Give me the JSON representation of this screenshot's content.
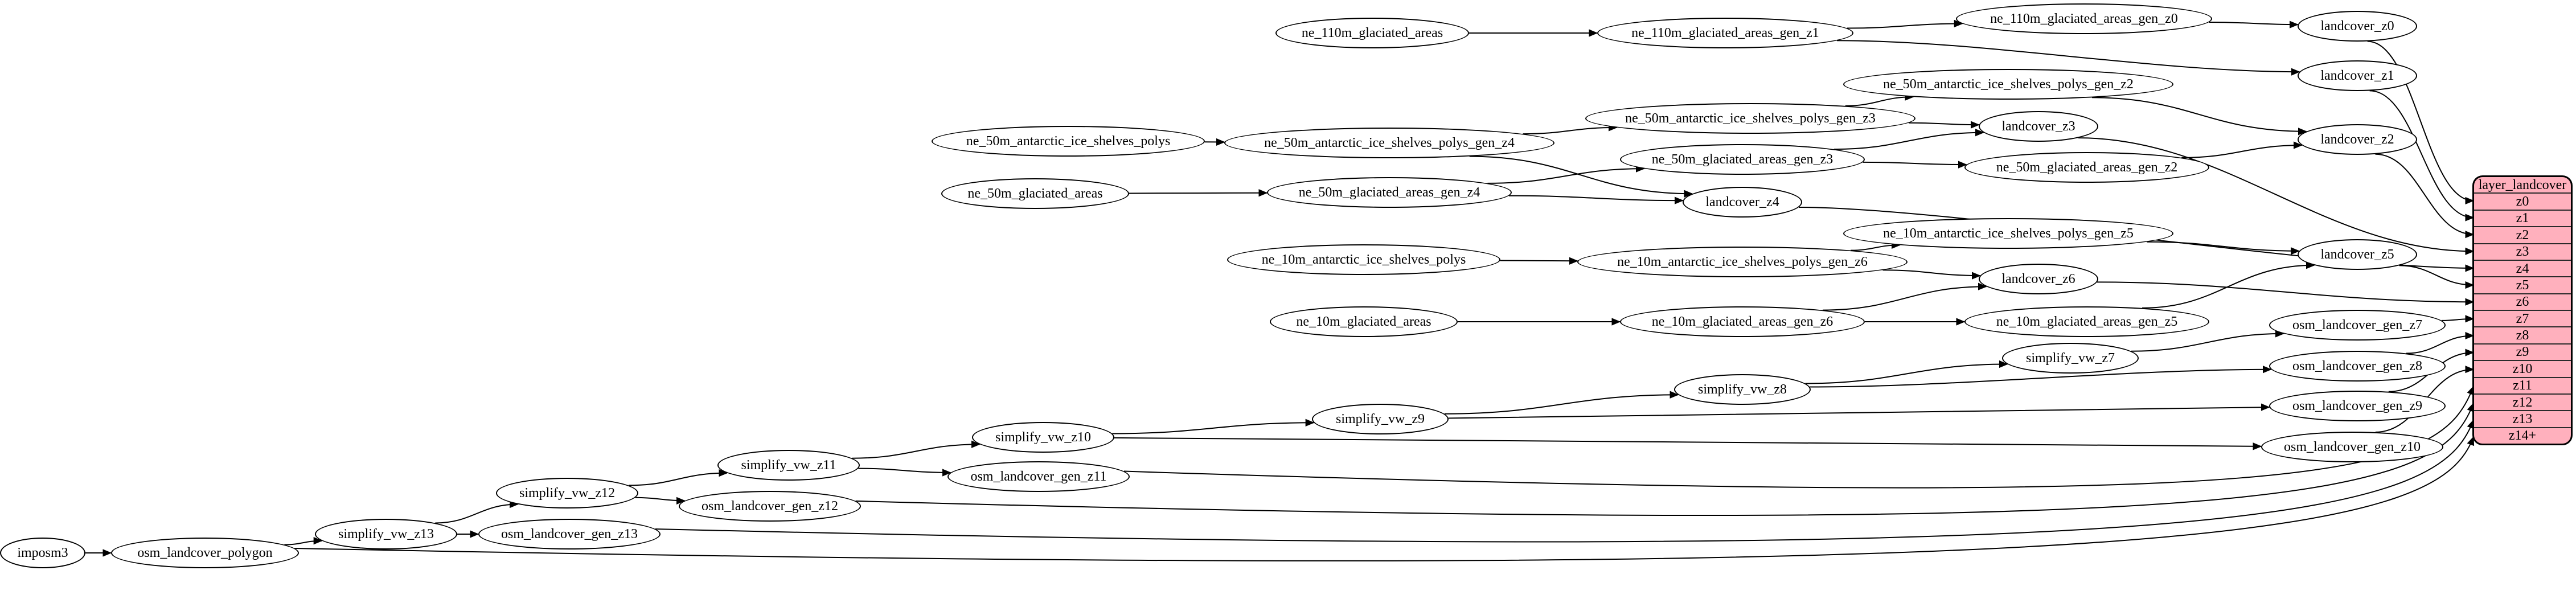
{
  "nodes": {
    "imposm3": "imposm3",
    "osm_landcover_polygon": "osm_landcover_polygon",
    "simplify_vw_z13": "simplify_vw_z13",
    "osm_landcover_gen_z13": "osm_landcover_gen_z13",
    "simplify_vw_z12": "simplify_vw_z12",
    "osm_landcover_gen_z12": "osm_landcover_gen_z12",
    "simplify_vw_z11": "simplify_vw_z11",
    "osm_landcover_gen_z11": "osm_landcover_gen_z11",
    "simplify_vw_z10": "simplify_vw_z10",
    "osm_landcover_gen_z10": "osm_landcover_gen_z10",
    "simplify_vw_z9": "simplify_vw_z9",
    "osm_landcover_gen_z9": "osm_landcover_gen_z9",
    "simplify_vw_z8": "simplify_vw_z8",
    "osm_landcover_gen_z8": "osm_landcover_gen_z8",
    "simplify_vw_z7": "simplify_vw_z7",
    "osm_landcover_gen_z7": "osm_landcover_gen_z7",
    "ne_10m_glaciated_areas": "ne_10m_glaciated_areas",
    "ne_10m_glaciated_areas_gen_z6": "ne_10m_glaciated_areas_gen_z6",
    "ne_10m_glaciated_areas_gen_z5": "ne_10m_glaciated_areas_gen_z5",
    "ne_10m_antarctic_ice_shelves_polys": "ne_10m_antarctic_ice_shelves_polys",
    "ne_10m_antarctic_ice_shelves_polys_gen_z6": "ne_10m_antarctic_ice_shelves_polys_gen_z6",
    "ne_10m_antarctic_ice_shelves_polys_gen_z5": "ne_10m_antarctic_ice_shelves_polys_gen_z5",
    "landcover_z5": "landcover_z5",
    "landcover_z6": "landcover_z6",
    "ne_50m_glaciated_areas": "ne_50m_glaciated_areas",
    "ne_50m_glaciated_areas_gen_z4": "ne_50m_glaciated_areas_gen_z4",
    "ne_50m_glaciated_areas_gen_z3": "ne_50m_glaciated_areas_gen_z3",
    "ne_50m_glaciated_areas_gen_z2": "ne_50m_glaciated_areas_gen_z2",
    "ne_50m_antarctic_ice_shelves_polys": "ne_50m_antarctic_ice_shelves_polys",
    "ne_50m_antarctic_ice_shelves_polys_gen_z4": "ne_50m_antarctic_ice_shelves_polys_gen_z4",
    "ne_50m_antarctic_ice_shelves_polys_gen_z3": "ne_50m_antarctic_ice_shelves_polys_gen_z3",
    "ne_50m_antarctic_ice_shelves_polys_gen_z2": "ne_50m_antarctic_ice_shelves_polys_gen_z2",
    "landcover_z2": "landcover_z2",
    "landcover_z3": "landcover_z3",
    "landcover_z4": "landcover_z4",
    "ne_110m_glaciated_areas": "ne_110m_glaciated_areas",
    "ne_110m_glaciated_areas_gen_z1": "ne_110m_glaciated_areas_gen_z1",
    "ne_110m_glaciated_areas_gen_z0": "ne_110m_glaciated_areas_gen_z0",
    "landcover_z0": "landcover_z0",
    "landcover_z1": "landcover_z1"
  },
  "table": {
    "title": "layer_landcover",
    "rows": [
      "z0",
      "z1",
      "z2",
      "z3",
      "z4",
      "z5",
      "z6",
      "z7",
      "z8",
      "z9",
      "z10",
      "z11",
      "z12",
      "z13",
      "z14+"
    ]
  },
  "edges": [
    [
      "ne_110m_glaciated_areas",
      "ne_110m_glaciated_areas_gen_z1"
    ],
    [
      "ne_110m_glaciated_areas_gen_z1",
      "ne_110m_glaciated_areas_gen_z0"
    ],
    [
      "ne_110m_glaciated_areas_gen_z1",
      "landcover_z1"
    ],
    [
      "ne_110m_glaciated_areas_gen_z0",
      "landcover_z0"
    ],
    [
      "landcover_z0",
      "row:z0"
    ],
    [
      "landcover_z1",
      "row:z1"
    ],
    [
      "ne_50m_antarctic_ice_shelves_polys",
      "ne_50m_antarctic_ice_shelves_polys_gen_z4"
    ],
    [
      "ne_50m_antarctic_ice_shelves_polys_gen_z4",
      "ne_50m_antarctic_ice_shelves_polys_gen_z3"
    ],
    [
      "ne_50m_antarctic_ice_shelves_polys_gen_z3",
      "ne_50m_antarctic_ice_shelves_polys_gen_z2"
    ],
    [
      "ne_50m_antarctic_ice_shelves_polys_gen_z4",
      "landcover_z4"
    ],
    [
      "ne_50m_antarctic_ice_shelves_polys_gen_z3",
      "landcover_z3"
    ],
    [
      "ne_50m_antarctic_ice_shelves_polys_gen_z2",
      "landcover_z2"
    ],
    [
      "ne_50m_glaciated_areas",
      "ne_50m_glaciated_areas_gen_z4"
    ],
    [
      "ne_50m_glaciated_areas_gen_z4",
      "ne_50m_glaciated_areas_gen_z3"
    ],
    [
      "ne_50m_glaciated_areas_gen_z3",
      "ne_50m_glaciated_areas_gen_z2"
    ],
    [
      "ne_50m_glaciated_areas_gen_z4",
      "landcover_z4"
    ],
    [
      "ne_50m_glaciated_areas_gen_z3",
      "landcover_z3"
    ],
    [
      "ne_50m_glaciated_areas_gen_z2",
      "landcover_z2"
    ],
    [
      "landcover_z2",
      "row:z2"
    ],
    [
      "landcover_z3",
      "row:z3"
    ],
    [
      "landcover_z4",
      "row:z4"
    ],
    [
      "ne_10m_antarctic_ice_shelves_polys",
      "ne_10m_antarctic_ice_shelves_polys_gen_z6"
    ],
    [
      "ne_10m_antarctic_ice_shelves_polys_gen_z6",
      "ne_10m_antarctic_ice_shelves_polys_gen_z5"
    ],
    [
      "ne_10m_antarctic_ice_shelves_polys_gen_z6",
      "landcover_z6"
    ],
    [
      "ne_10m_antarctic_ice_shelves_polys_gen_z5",
      "landcover_z5"
    ],
    [
      "ne_10m_glaciated_areas",
      "ne_10m_glaciated_areas_gen_z6"
    ],
    [
      "ne_10m_glaciated_areas_gen_z6",
      "ne_10m_glaciated_areas_gen_z5"
    ],
    [
      "ne_10m_glaciated_areas_gen_z6",
      "landcover_z6"
    ],
    [
      "ne_10m_glaciated_areas_gen_z5",
      "landcover_z5"
    ],
    [
      "landcover_z5",
      "row:z5"
    ],
    [
      "landcover_z6",
      "row:z6"
    ],
    [
      "imposm3",
      "osm_landcover_polygon"
    ],
    [
      "osm_landcover_polygon",
      "simplify_vw_z13"
    ],
    [
      "osm_landcover_polygon",
      "row:z14+"
    ],
    [
      "simplify_vw_z13",
      "simplify_vw_z12"
    ],
    [
      "simplify_vw_z13",
      "osm_landcover_gen_z13"
    ],
    [
      "osm_landcover_gen_z13",
      "row:z13"
    ],
    [
      "simplify_vw_z12",
      "simplify_vw_z11"
    ],
    [
      "simplify_vw_z12",
      "osm_landcover_gen_z12"
    ],
    [
      "osm_landcover_gen_z12",
      "row:z12"
    ],
    [
      "simplify_vw_z11",
      "simplify_vw_z10"
    ],
    [
      "simplify_vw_z11",
      "osm_landcover_gen_z11"
    ],
    [
      "osm_landcover_gen_z11",
      "row:z11"
    ],
    [
      "simplify_vw_z10",
      "simplify_vw_z9"
    ],
    [
      "simplify_vw_z10",
      "osm_landcover_gen_z10"
    ],
    [
      "osm_landcover_gen_z10",
      "row:z10"
    ],
    [
      "simplify_vw_z9",
      "simplify_vw_z8"
    ],
    [
      "simplify_vw_z9",
      "osm_landcover_gen_z9"
    ],
    [
      "osm_landcover_gen_z9",
      "row:z9"
    ],
    [
      "simplify_vw_z8",
      "simplify_vw_z7"
    ],
    [
      "simplify_vw_z8",
      "osm_landcover_gen_z8"
    ],
    [
      "osm_landcover_gen_z8",
      "row:z8"
    ],
    [
      "simplify_vw_z7",
      "osm_landcover_gen_z7"
    ],
    [
      "osm_landcover_gen_z7",
      "row:z7"
    ]
  ],
  "colors": {
    "table_fill": "#ffb0bd",
    "node_fill": "#ffffff",
    "stroke": "#000000"
  }
}
